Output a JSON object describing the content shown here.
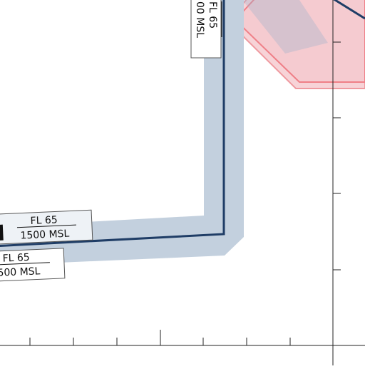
{
  "route": {
    "label_vertical": {
      "top": "FL 65",
      "bottom": "00 MSL"
    },
    "label_upper": {
      "top": "FL 65",
      "bottom": "1500 MSL"
    },
    "label_lower": {
      "top": "FL 65",
      "bottom": "500 MSL"
    }
  },
  "colors": {
    "route_line": "#1f3d66",
    "corridor": "#c3d0de",
    "airspace_fill": "#f7d3d7",
    "airspace_stroke": "#ef7f87",
    "label_bg": "#eef2f6",
    "axis": "#222222"
  }
}
